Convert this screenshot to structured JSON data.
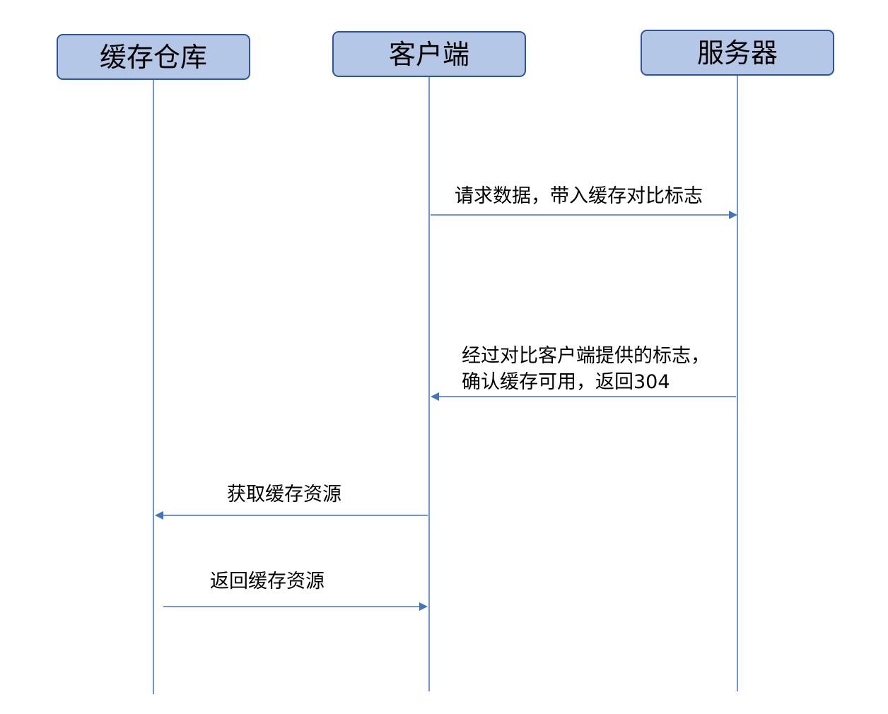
{
  "actors": [
    {
      "id": "cache",
      "label": "缓存仓库"
    },
    {
      "id": "client",
      "label": "客户端"
    },
    {
      "id": "server",
      "label": "服务器"
    }
  ],
  "messages": [
    {
      "from": "client",
      "to": "server",
      "lines": [
        "请求数据，带入缓存对比标志"
      ]
    },
    {
      "from": "server",
      "to": "client",
      "lines": [
        "经过对比客户端提供的标志，",
        "确认缓存可用，返回304"
      ]
    },
    {
      "from": "client",
      "to": "cache",
      "lines": [
        "获取缓存资源"
      ]
    },
    {
      "from": "cache",
      "to": "client",
      "lines": [
        "返回缓存资源"
      ]
    }
  ],
  "colors": {
    "actor_fill": "#b4c7e7",
    "actor_stroke": "#2f5597",
    "line": "#4472c4",
    "text": "#000000"
  }
}
